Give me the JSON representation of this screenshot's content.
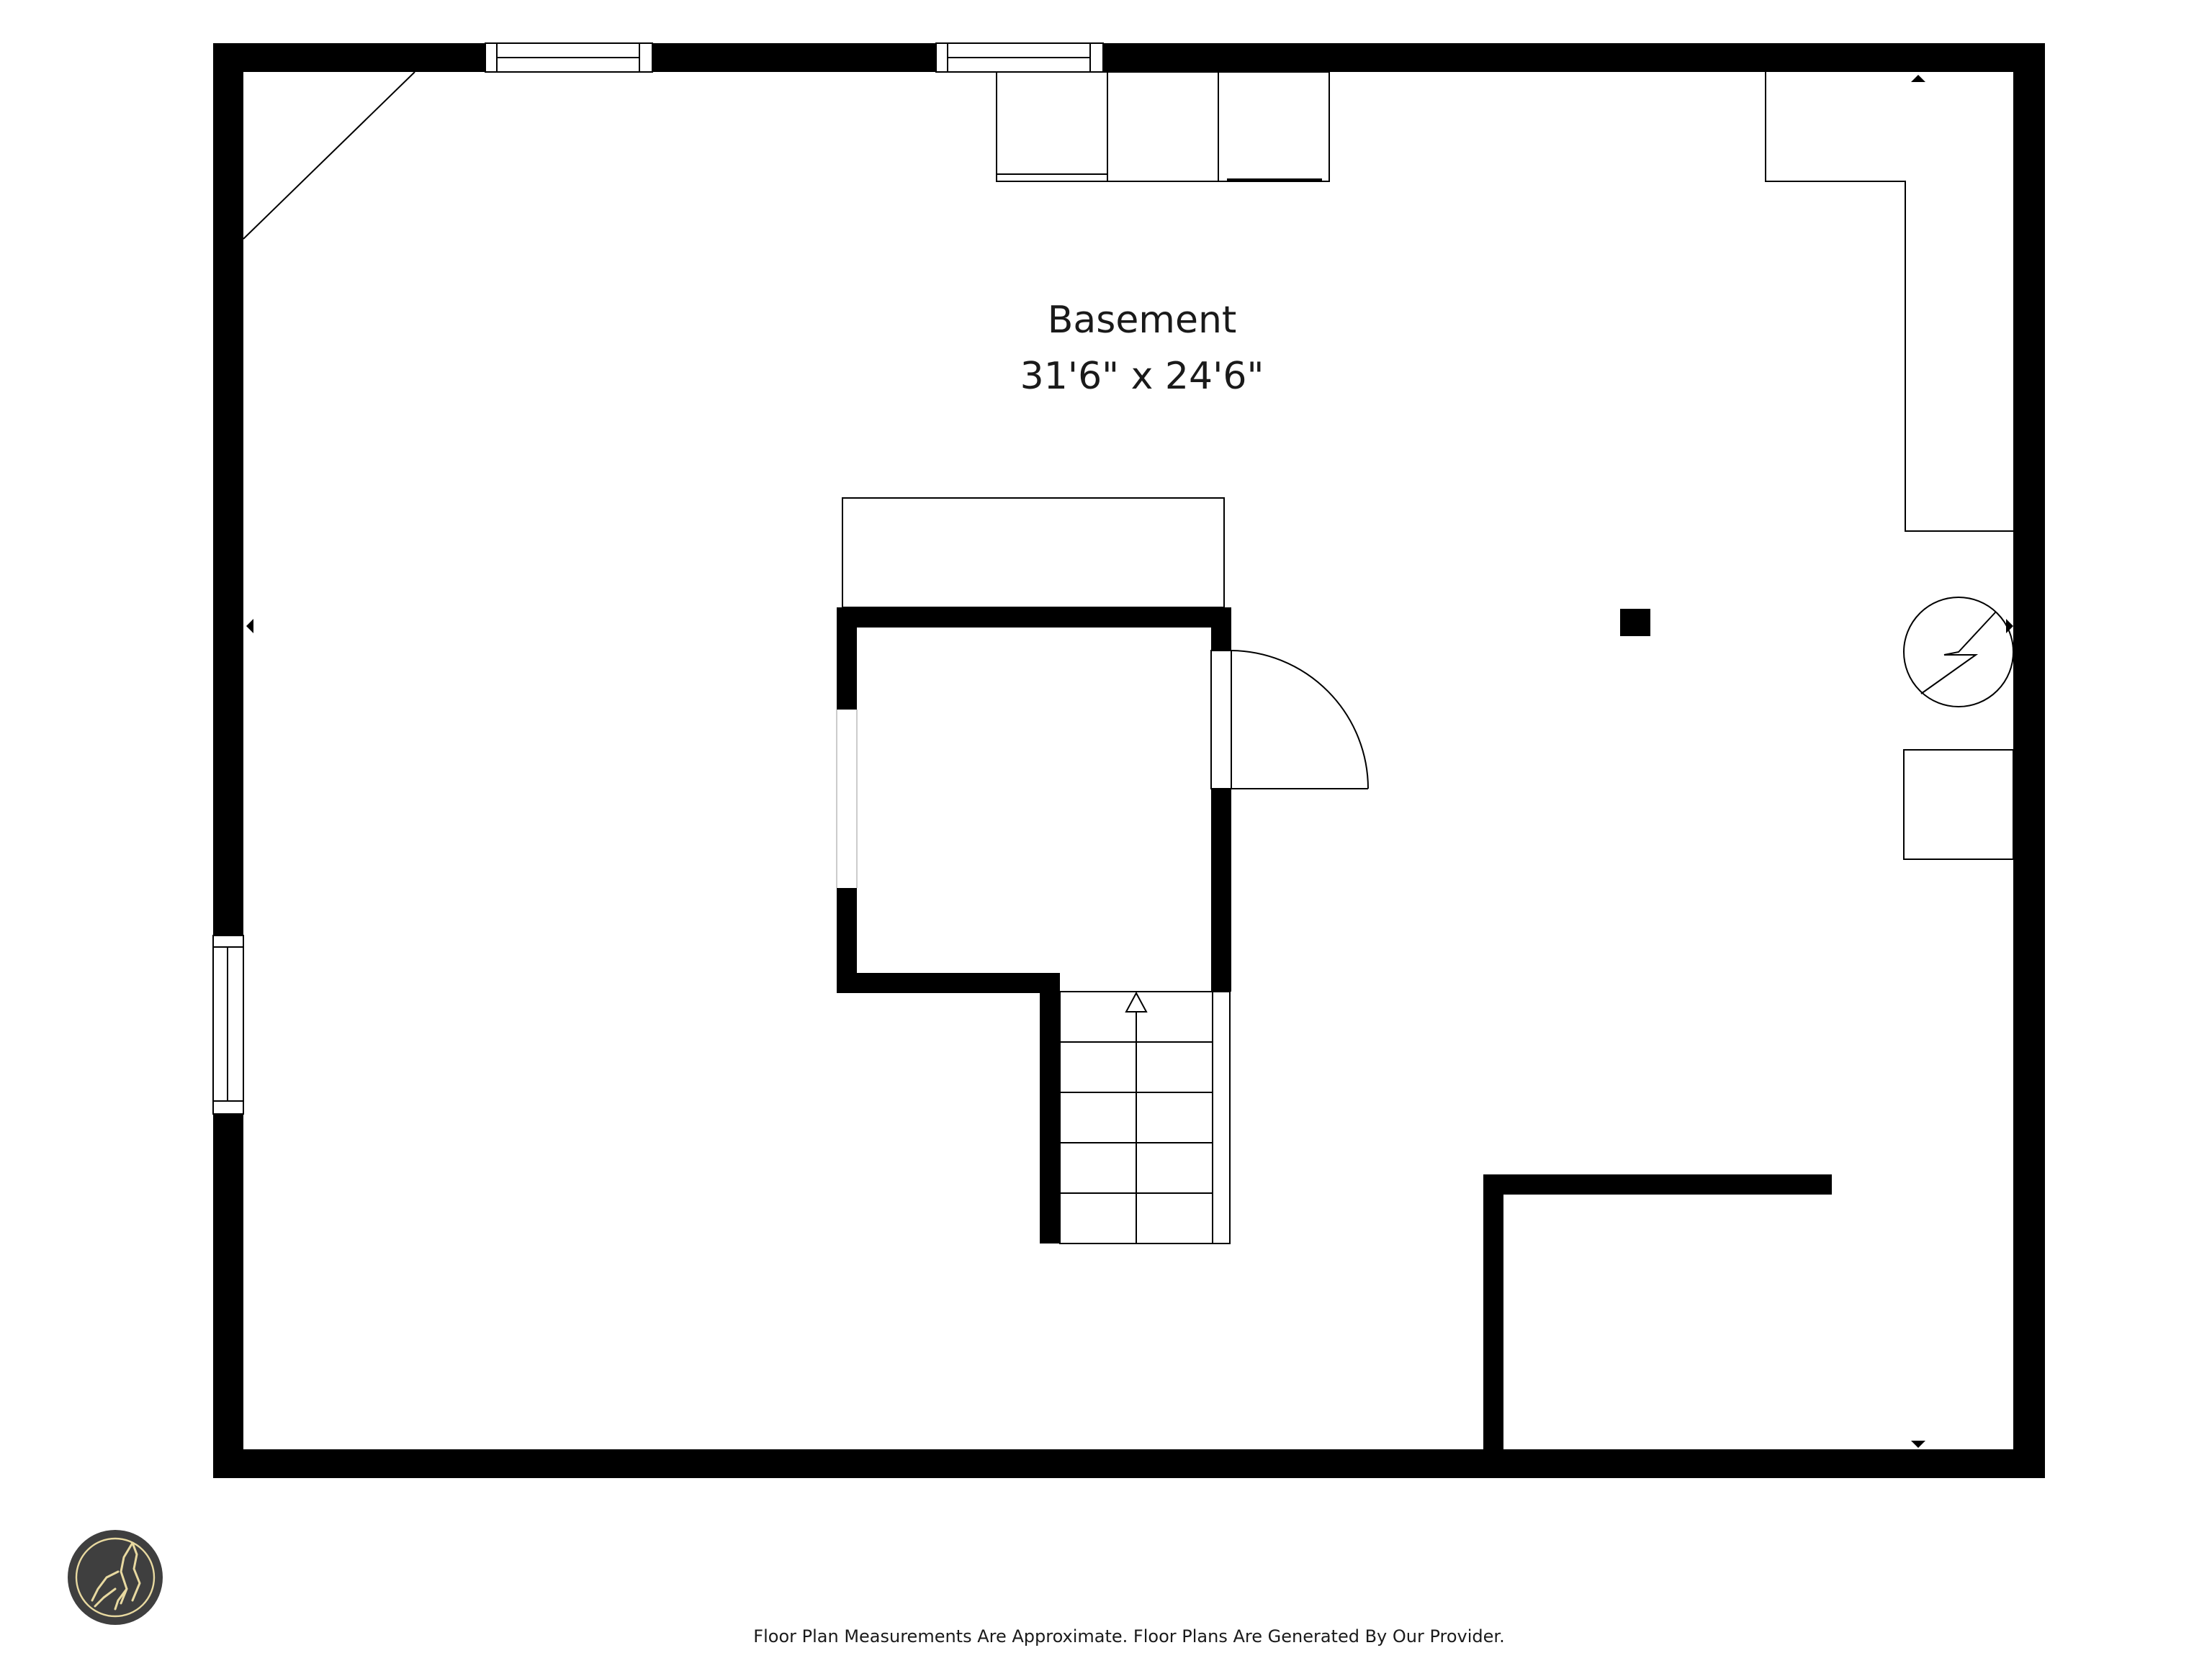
{
  "room": {
    "name": "Basement",
    "dimensions": "31'6\" x 24'6\""
  },
  "footer": {
    "disclaimer": "Floor Plan Measurements Are Approximate. Floor Plans Are Generated By Our Provider."
  },
  "logo": {
    "icon": "howling-wolf-icon",
    "background_color": "#3f3f3f",
    "accent_color": "#e8d9a0"
  },
  "colors": {
    "wall": "#000000",
    "line": "#000000",
    "background": "#ffffff"
  }
}
